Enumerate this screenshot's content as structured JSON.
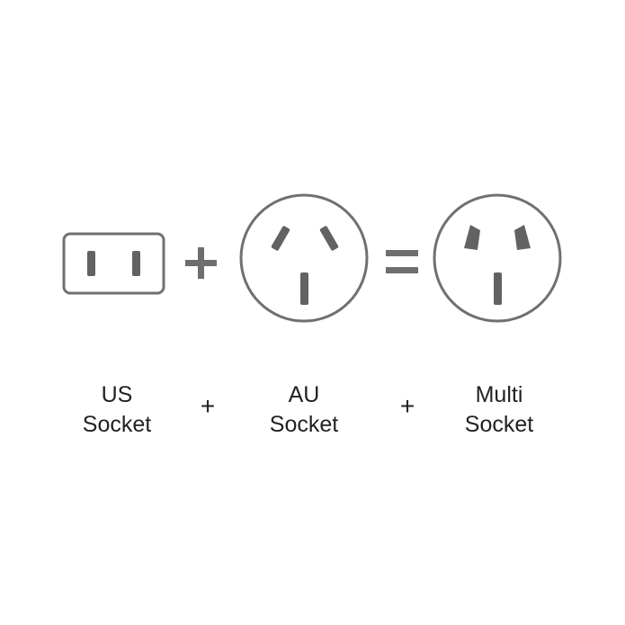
{
  "colors": {
    "outline": "#707070",
    "pin": "#626262",
    "operator": "#6e6e6e",
    "text": "#222222",
    "background": "#ffffff"
  },
  "icons": {
    "us_socket": "us-socket-icon",
    "au_socket": "au-socket-icon",
    "multi_socket": "multi-socket-icon",
    "plus": "plus-icon",
    "equals": "equals-icon"
  },
  "labels": {
    "us": {
      "line1": "US",
      "line2": "Socket"
    },
    "au": {
      "line1": "AU",
      "line2": "Socket"
    },
    "multi": {
      "line1": "Multi",
      "line2": "Socket"
    },
    "plus1": "+",
    "plus2": "+"
  }
}
